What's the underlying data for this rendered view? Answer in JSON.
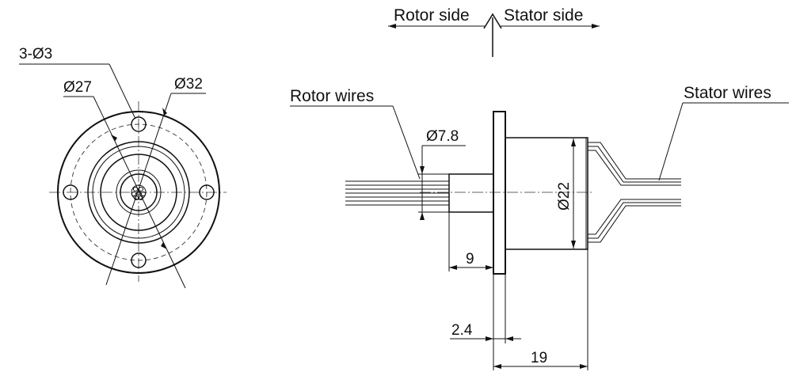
{
  "labels": {
    "rotor_side": "Rotor side",
    "stator_side": "Stator side",
    "rotor_wires": "Rotor wires",
    "stator_wires": "Stator wires"
  },
  "dimensions": {
    "holes": "3-Ø3",
    "d27": "Ø27",
    "d32": "Ø32",
    "d7_8": "Ø7.8",
    "d22": "Ø22",
    "len9": "9",
    "len2_4": "2.4",
    "len19": "19"
  },
  "colors": {
    "ink": "#111111",
    "background": "#ffffff"
  }
}
